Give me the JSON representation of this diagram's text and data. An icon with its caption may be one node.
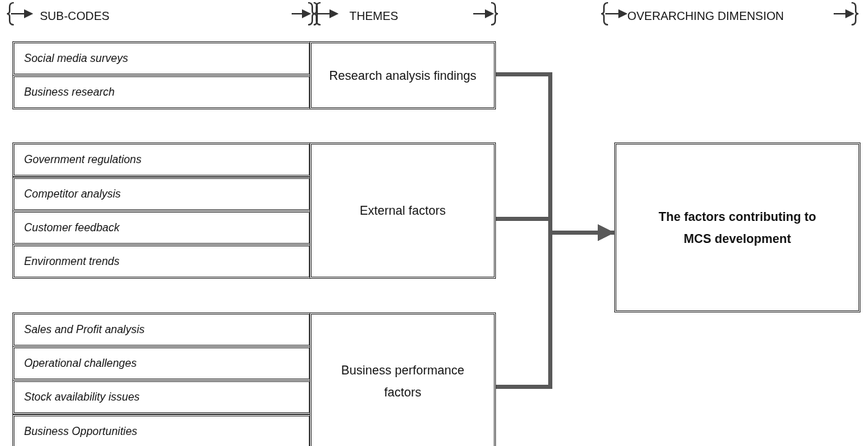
{
  "diagram": {
    "nodes": [
      {
        "text": [
          "Social media surveys"
        ]
      },
      {
        "text": [
          "Business research"
        ]
      },
      {
        "text": [
          "Research analysis findings"
        ]
      },
      {
        "text": [
          "Government regulations"
        ]
      },
      {
        "text": [
          "Competitor analysis"
        ]
      },
      {
        "text": [
          "Customer feedback"
        ]
      },
      {
        "text": [
          "Environment trends"
        ]
      },
      {
        "text": [
          "External factors"
        ]
      },
      {
        "text": [
          "Sales and Profit analysis"
        ]
      },
      {
        "text": [
          "Operational challenges"
        ]
      },
      {
        "text": [
          "Stock availability issues"
        ]
      },
      {
        "text": [
          "Business Opportunities"
        ]
      },
      {
        "text": [
          "Business performance factors"
        ]
      },
      {
        "text": [
          "The factors contributing to MCS development"
        ]
      }
    ],
    "edges": [
      {
        "from": 2,
        "to": 13,
        "arrow": "to"
      },
      {
        "from": 7,
        "to": 13,
        "arrow": "to"
      },
      {
        "from": 12,
        "to": 13,
        "arrow": "to"
      }
    ],
    "labels": [
      "SUB-CODES",
      "THEMES",
      "OVERARCHING DIMENSION"
    ]
  }
}
